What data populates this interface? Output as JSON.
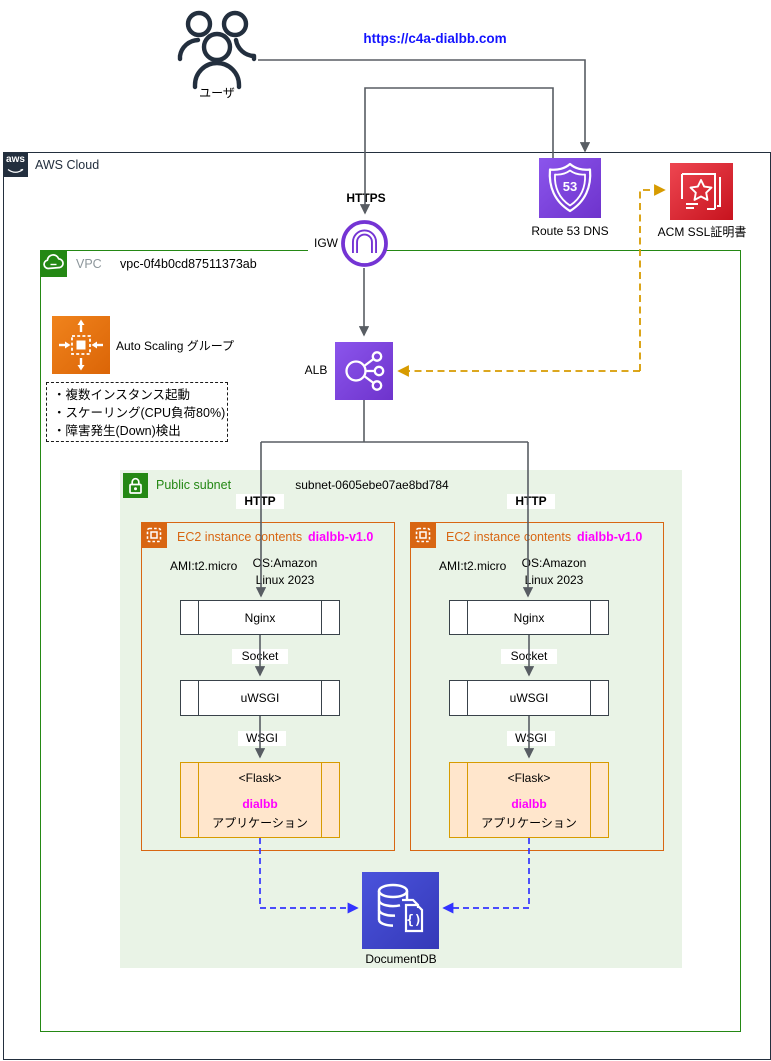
{
  "url": {
    "text": "https://c4a-dialbb.com"
  },
  "user": {
    "label": "ユーザ"
  },
  "aws_cloud": {
    "logo_text": "aws",
    "label": "AWS Cloud"
  },
  "route53": {
    "badge": "53",
    "label": "Route 53 DNS"
  },
  "acm": {
    "label": "ACM  SSL証明書"
  },
  "labels": {
    "https": "HTTPS",
    "igw": "IGW",
    "alb": "ALB",
    "http": "HTTP",
    "socket": "Socket",
    "wsgi": "WSGI"
  },
  "vpc": {
    "label": "VPC",
    "id": "vpc-0f4b0cd87511373ab"
  },
  "auto_scaling": {
    "label": "Auto Scaling グループ",
    "notes": [
      "・複数インスタンス起動",
      "・スケーリング(CPU負荷80%)",
      "・障害発生(Down)検出"
    ]
  },
  "subnet": {
    "label": "Public subnet",
    "id": "subnet-0605ebe07ae8bd784"
  },
  "ec2": {
    "title": "EC2 instance contents",
    "version": "dialbb-v1.0",
    "ami": "AMI:t2.micro",
    "os_line1": "OS:Amazon",
    "os_line2": "Linux 2023",
    "nginx": "Nginx",
    "uwsgi": "uWSGI",
    "flask_tag": "<Flask>",
    "app_name": "dialbb",
    "app_suffix": "アプリケーション"
  },
  "documentdb": {
    "label": "DocumentDB"
  },
  "colors": {
    "aws_dark": "#232F3E",
    "url_blue": "#1414FF",
    "purple": "#7B3BD9",
    "red": "#D7202F",
    "green": "#248814",
    "subnet_fill": "#E9F3E6",
    "ec2_orange": "#D86613",
    "flask_fill": "#FFE6CC",
    "flask_border": "#D79B00",
    "magenta": "#FF00FF",
    "blue_dashed": "#3333FF",
    "orange_dashed": "#D79B00",
    "ddb_blue": "#3F46C8",
    "wire_gray": "#585D63"
  }
}
